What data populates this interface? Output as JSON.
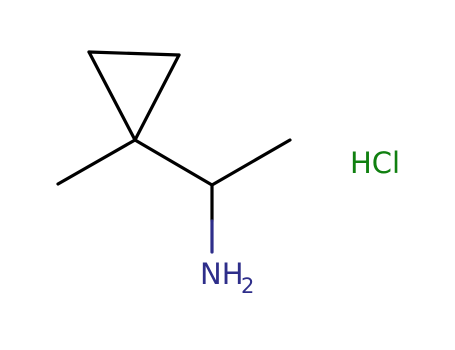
{
  "molecule": {
    "amine_label": "NH",
    "amine_subscript": "2",
    "salt_label": "HCl"
  },
  "colors": {
    "bond": "#000000",
    "nitrogen": "#2e2e8a",
    "chlorine": "#108010",
    "background": "#ffffff"
  }
}
